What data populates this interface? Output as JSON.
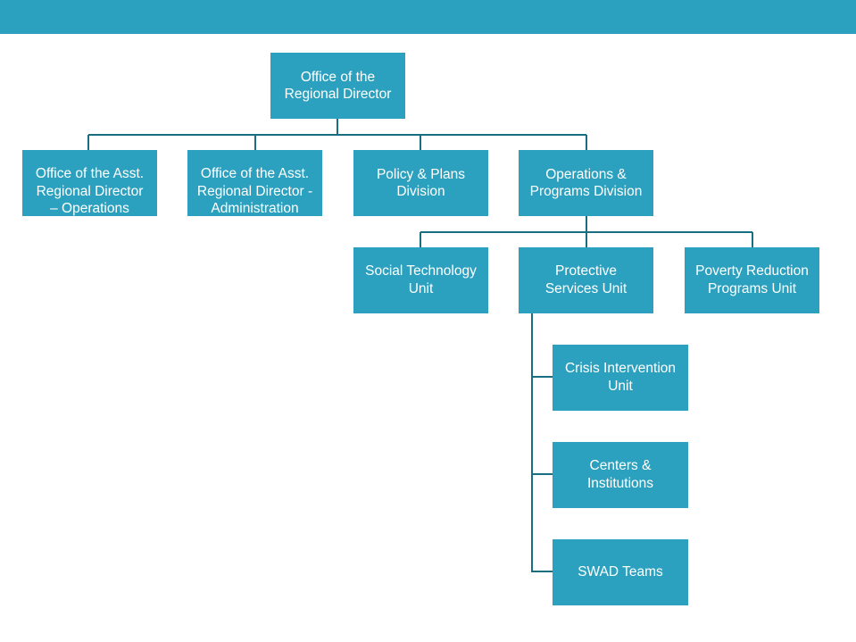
{
  "colors": {
    "accent": "#2ca1bf",
    "connector": "#1a6e82",
    "text": "#ffffff"
  },
  "org": {
    "root": "Office of the\nRegional Director",
    "level1": {
      "asst_ops": "Office of the Asst.\nRegional Director\n– Operations",
      "asst_admin": "Office of the Asst.\nRegional Director -\nAdministration",
      "policy_plans": "Policy & Plans\nDivision",
      "operations_programs": "Operations &\nPrograms Division"
    },
    "level2": {
      "social_technology": "Social Technology\nUnit",
      "protective_services": "Protective\nServices Unit",
      "poverty_reduction": "Poverty Reduction\nPrograms Unit"
    },
    "level3": {
      "crisis_intervention": "Crisis Intervention\nUnit",
      "centers_institutions": "Centers &\nInstitutions",
      "swad_teams": "SWAD Teams"
    }
  }
}
